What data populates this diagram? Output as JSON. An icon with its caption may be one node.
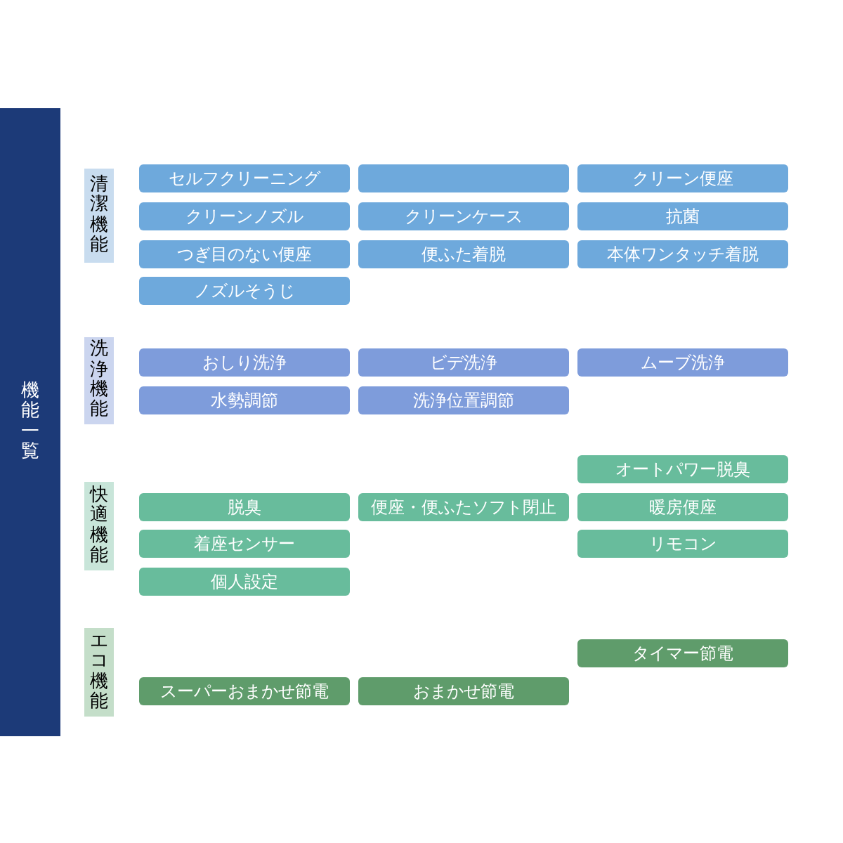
{
  "diagram": {
    "nodes": [
      {
        "text": [
          "機能一覧"
        ]
      },
      {
        "text": [
          "清潔機能"
        ]
      },
      {
        "text": [
          "セルフクリーニング"
        ]
      },
      {
        "text": [],
        "shape": "box"
      },
      {
        "text": [
          "クリーン便座"
        ]
      },
      {
        "text": [
          "クリーンノズル"
        ]
      },
      {
        "text": [
          "クリーンケース"
        ]
      },
      {
        "text": [
          "抗菌"
        ]
      },
      {
        "text": [
          "つぎ目のない便座"
        ]
      },
      {
        "text": [
          "便ふた着脱"
        ]
      },
      {
        "text": [
          "本体ワンタッチ着脱"
        ]
      },
      {
        "text": [
          "ノズルそうじ"
        ]
      },
      {
        "text": [
          "洗浄機能"
        ]
      },
      {
        "text": [
          "おしり洗浄"
        ]
      },
      {
        "text": [
          "ビデ洗浄"
        ]
      },
      {
        "text": [
          "ムーブ洗浄"
        ]
      },
      {
        "text": [
          "水勢調節"
        ]
      },
      {
        "text": [
          "洗浄位置調節"
        ]
      },
      {
        "text": [
          "快適機能"
        ]
      },
      {
        "text": [
          "オートパワー脱臭"
        ]
      },
      {
        "text": [
          "脱臭"
        ]
      },
      {
        "text": [
          "便座・便ふたソフト閉止"
        ]
      },
      {
        "text": [
          "暖房便座"
        ]
      },
      {
        "text": [
          "着座センサー"
        ]
      },
      {
        "text": [
          "リモコン"
        ]
      },
      {
        "text": [
          "個人設定"
        ]
      },
      {
        "text": [
          "エコ機能"
        ]
      },
      {
        "text": [
          "タイマー節電"
        ]
      },
      {
        "text": [
          "スーパーおまかせ節電"
        ]
      },
      {
        "text": [
          "おまかせ節電"
        ]
      }
    ]
  }
}
